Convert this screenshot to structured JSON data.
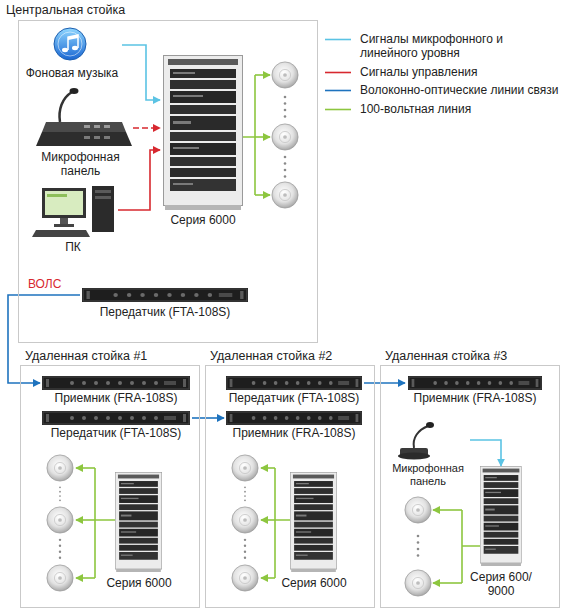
{
  "diagram": {
    "nodes": [
      {
        "text": [
          "Центральная стойка"
        ]
      },
      {
        "text": [
          "Фоновая музыка"
        ],
        "in": 0
      },
      {
        "text": [
          "Микрофонная панель"
        ],
        "in": 0
      },
      {
        "text": [
          "ПК"
        ],
        "in": 0
      },
      {
        "text": [
          "Серия 6000"
        ],
        "in": 0
      },
      {
        "text": [
          "Передатчик (FTA-108S)"
        ],
        "in": 0
      },
      {
        "text": [
          "Удаленная стойка #1"
        ]
      },
      {
        "text": [
          "Приемник (FRA-108S)"
        ],
        "in": 6
      },
      {
        "text": [
          "Передатчик (FTA-108S)"
        ],
        "in": 6
      },
      {
        "text": [
          "Серия 6000"
        ],
        "in": 6
      },
      {
        "text": [
          "Удаленная стойка #2"
        ]
      },
      {
        "text": [
          "Передатчик (FTA-108S)"
        ],
        "in": 10
      },
      {
        "text": [
          "Приемник (FRA-108S)"
        ],
        "in": 10
      },
      {
        "text": [
          "Серия 6000"
        ],
        "in": 10
      },
      {
        "text": [
          "Удаленная стойка #3"
        ]
      },
      {
        "text": [
          "Приемник (FRA-108S)"
        ],
        "in": 14
      },
      {
        "text": [
          "Микрофонная панель"
        ],
        "in": 14
      },
      {
        "text": [
          "Серия 600/ 9000"
        ],
        "in": 14
      }
    ],
    "edges": [
      {
        "from": 1,
        "to": 4,
        "arrow": "to"
      },
      {
        "from": 2,
        "to": 4,
        "arrow": "to"
      },
      {
        "from": 3,
        "to": 4,
        "arrow": "to"
      },
      {
        "from": 5,
        "to": 7,
        "label": "ВОЛС",
        "arrow": "to"
      },
      {
        "from": 8,
        "to": 12,
        "arrow": "to"
      },
      {
        "from": 11,
        "to": 15,
        "arrow": "to"
      },
      {
        "from": 16,
        "to": 17,
        "arrow": "to"
      }
    ],
    "legend": [
      {
        "text": "Сигналы микрофонного и линейного уровня"
      },
      {
        "text": "Сигналы управления"
      },
      {
        "text": "Волоконно-оптические линии связи"
      },
      {
        "text": "100-вольтная линия"
      }
    ]
  }
}
